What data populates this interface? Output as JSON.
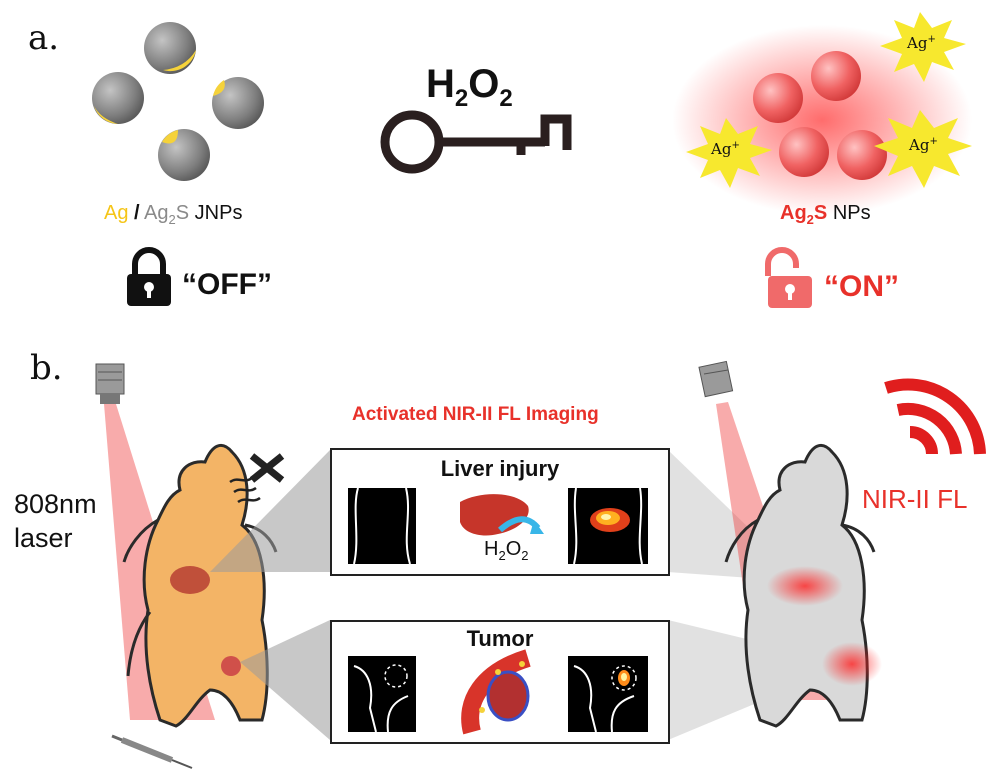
{
  "panel_a": {
    "label": "a.",
    "key_label_main": "H",
    "key_label_sub1": "2",
    "key_label_mid": "O",
    "key_label_sub2": "2",
    "left_caption": {
      "ag": "Ag",
      "slash": "/",
      "ag2s_main": "Ag",
      "ag2s_sub": "2",
      "ag2s_s": "S",
      "suffix": "JNPs"
    },
    "right_caption": {
      "ag2s_main": "Ag",
      "ag2s_sub": "2",
      "ag2s_s": "S",
      "suffix": "NPs"
    },
    "state_off": "“OFF”",
    "state_on": "“ON”",
    "ion_label": "Ag",
    "ion_charge": "+"
  },
  "panel_b": {
    "label": "b.",
    "title": "Activated NIR-II FL Imaging",
    "laser_line1": "808nm",
    "laser_line2": "laser",
    "signal_label": "NIR-II FL",
    "box1_title": "Liver injury",
    "box1_h2o2_main": "H",
    "box1_h2o2_sub1": "2",
    "box1_h2o2_mid": "O",
    "box1_h2o2_sub2": "2",
    "box2_title": "Tumor"
  },
  "colors": {
    "ag_yellow": "#f5d23a",
    "ag2s_grey": "#8a8a8a",
    "red_accent": "#e8312a",
    "unlock_pink": "#f06a6a",
    "mouse_orange": "#f0a94a"
  }
}
